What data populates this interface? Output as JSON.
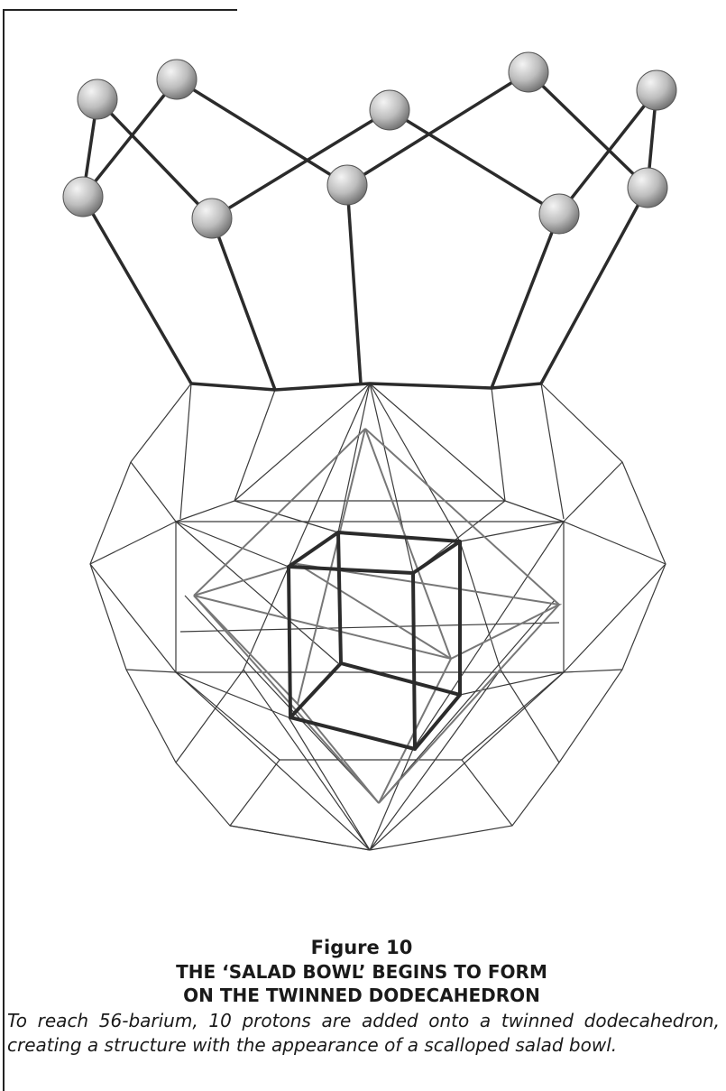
{
  "figure": {
    "number": "Figure 10",
    "title_line1": "THE ‘SALAD BOWL’ BEGINS TO FORM",
    "title_line2": "ON THE TWINNED DODECAHEDRON",
    "description": "To reach 56-barium, 10 protons are added onto a twinned dodecahedron, creating a structure with the appearance of a scalloped salad bowl."
  },
  "colors": {
    "proton_light": "#e6e6e6",
    "proton_dark": "#6e6e6e",
    "stroke_dark": "#2b2b2b",
    "stroke_thin": "#3a3a3a"
  }
}
